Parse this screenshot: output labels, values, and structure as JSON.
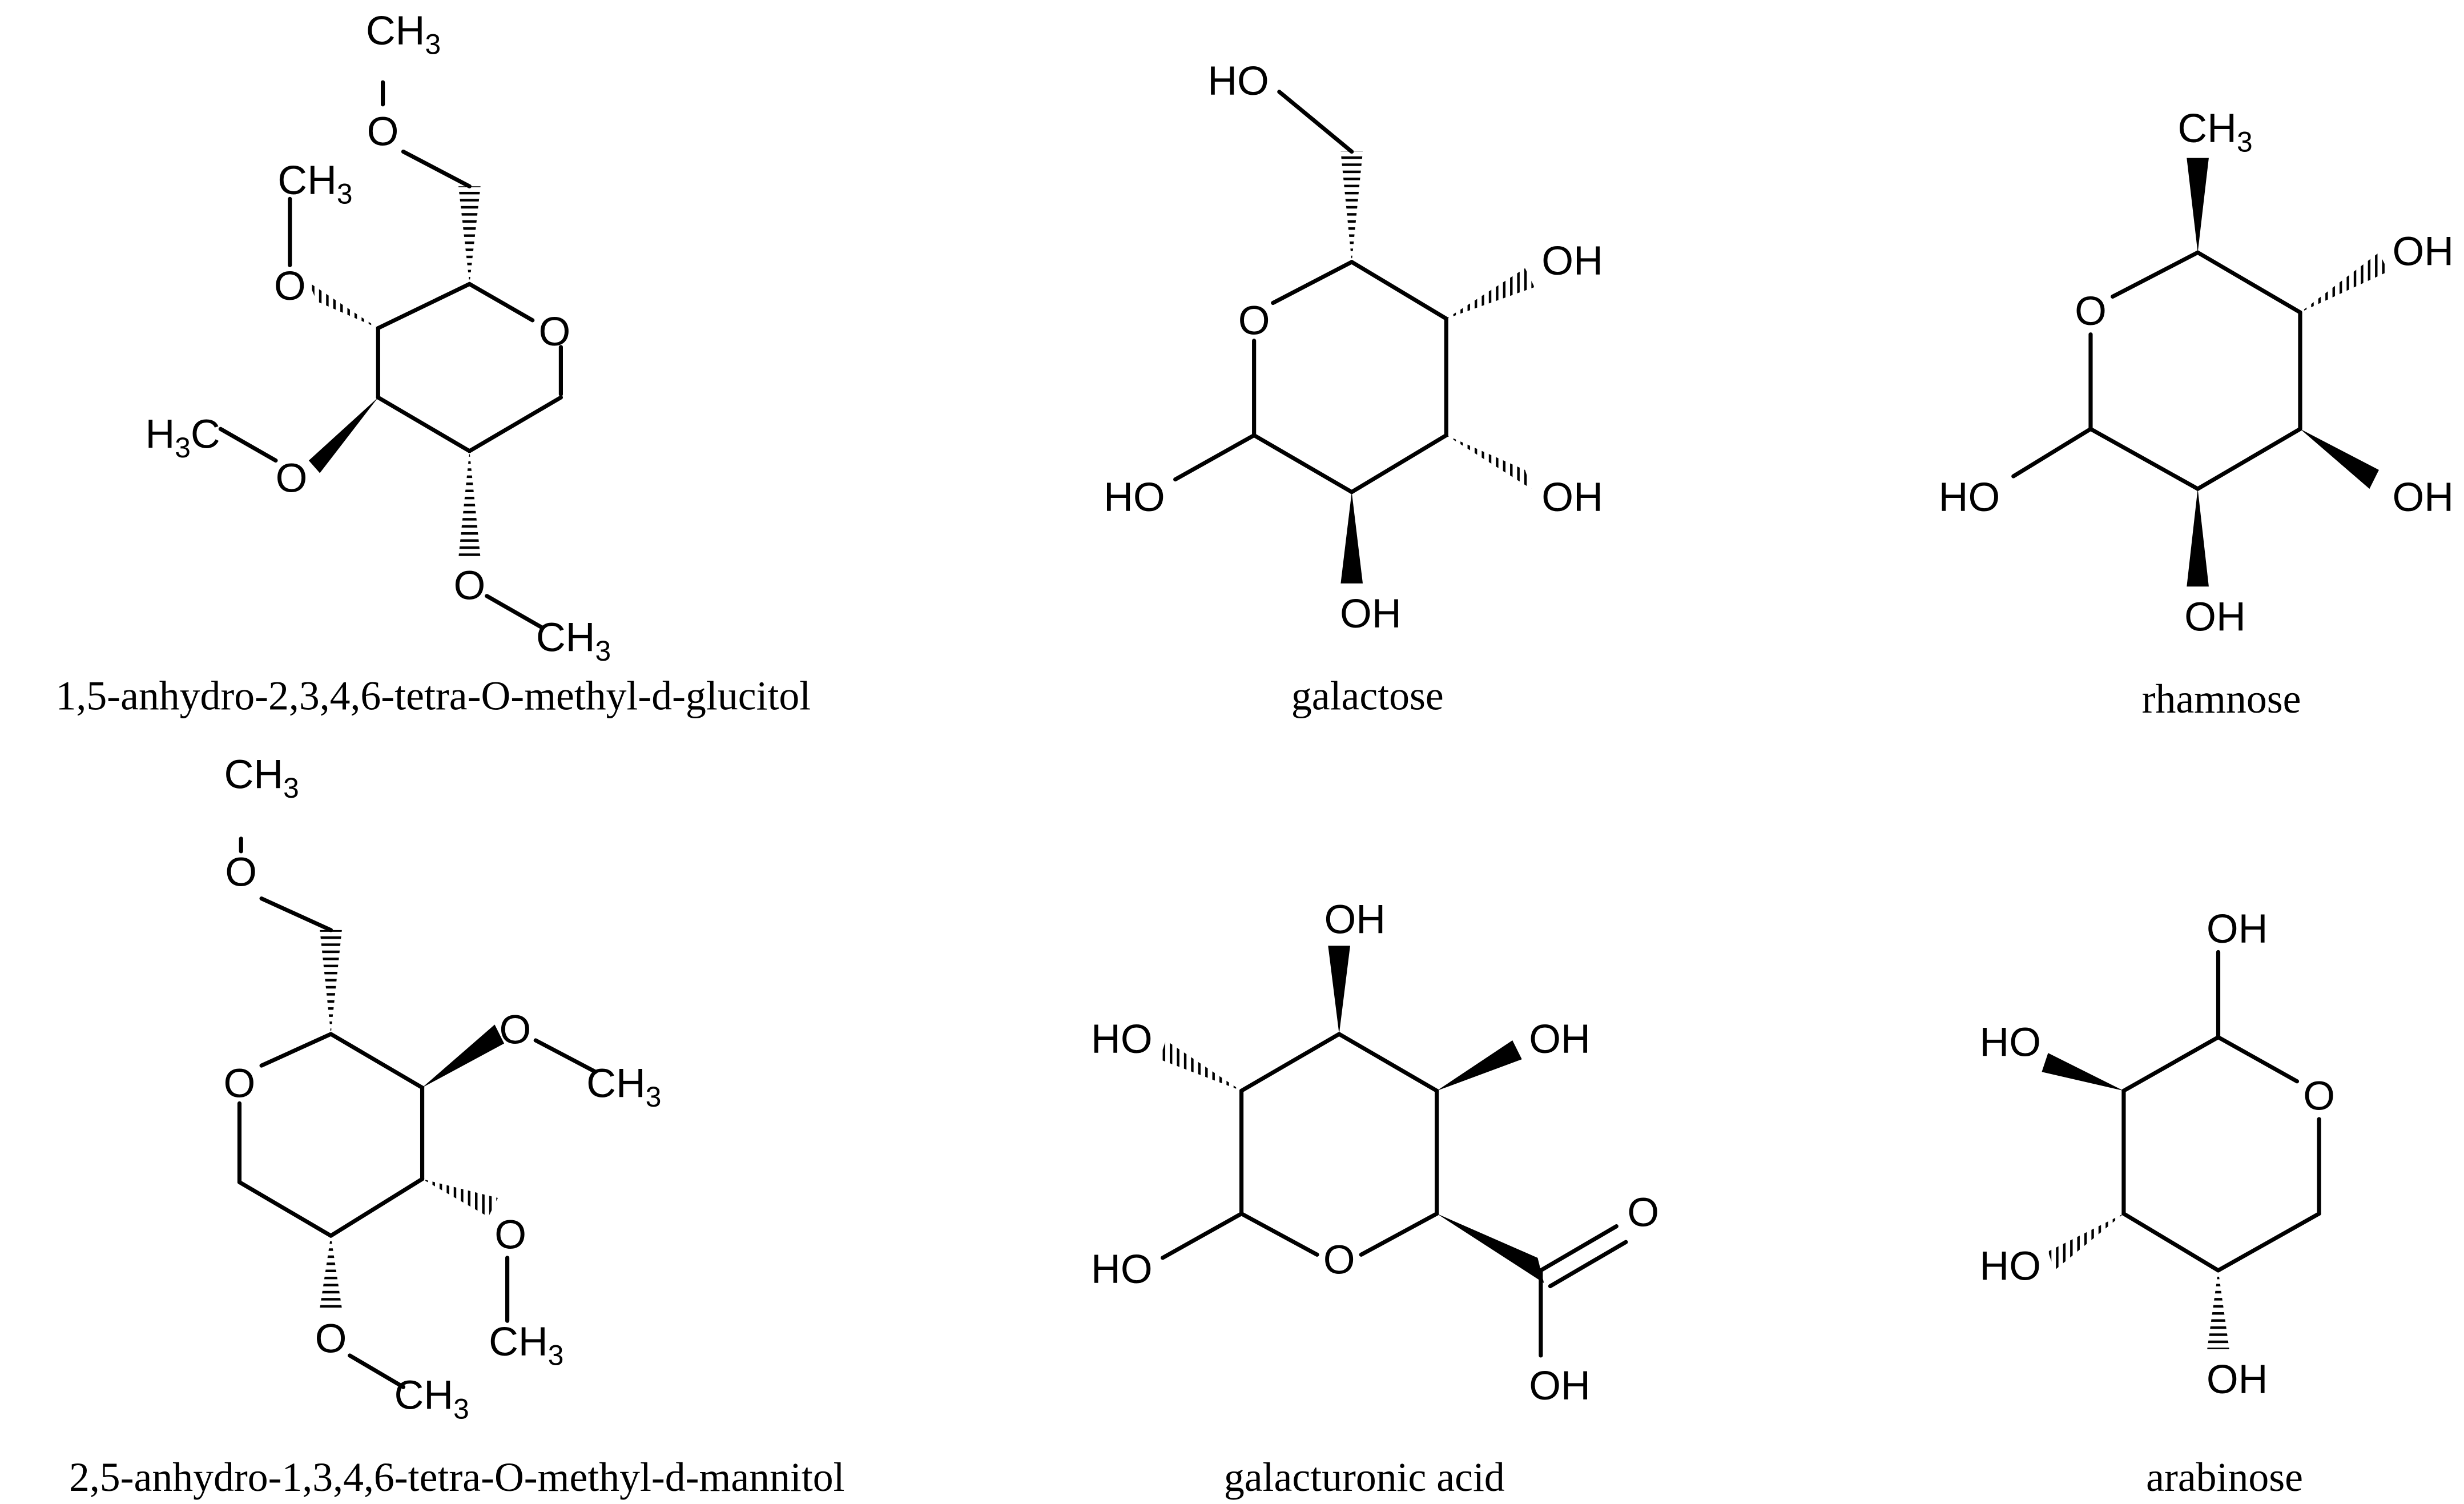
{
  "compounds": [
    {
      "name": "1,5-anhydro-2,3,4,6-tetra-O-methyl-d-glucitol",
      "labels": {
        "ch3_top": [
          "CH",
          "3"
        ],
        "o6": "O",
        "ch3_c4": [
          "CH",
          "3"
        ],
        "o4": "O",
        "o_ring": "O",
        "ch3_c3": [
          "H",
          "3",
          "C"
        ],
        "o3": "O",
        "o2": "O",
        "ch3_c2": [
          "CH",
          "3"
        ]
      }
    },
    {
      "name": "galactose",
      "labels": {
        "ho_top": "HO",
        "oh_c4": "OH",
        "o_ring": "O",
        "ho_c1": "HO",
        "oh_c3": "OH",
        "oh_c2": "OH"
      }
    },
    {
      "name": "rhamnose",
      "labels": {
        "ch3": [
          "CH",
          "3"
        ],
        "oh_c4": "OH",
        "o_ring": "O",
        "ho_c1": "HO",
        "oh_c3": "OH",
        "oh_c2": "OH"
      }
    },
    {
      "name": "2,5-anhydro-1,3,4,6-tetra-O-methyl-d-mannitol",
      "labels": {
        "ch3_top": [
          "CH",
          "3"
        ],
        "o_top": "O",
        "o_ring": "O",
        "o_b": "O",
        "ch3_b": [
          "CH",
          "3"
        ],
        "o_c": "O",
        "ch3_c": [
          "CH",
          "3"
        ],
        "o_d": "O",
        "ch3_d": [
          "CH",
          "3"
        ]
      }
    },
    {
      "name": "galacturonic acid",
      "labels": {
        "oh_top": "OH",
        "ho_left": "HO",
        "oh_right": "OH",
        "ho_c1": "HO",
        "o_ring": "O",
        "o_carbonyl": "O",
        "oh_acid": "OH"
      }
    },
    {
      "name": "arabinose",
      "labels": {
        "oh_top": "OH",
        "ho_upper": "HO",
        "o_ring": "O",
        "ho_lower": "HO",
        "oh_bottom": "OH"
      }
    }
  ]
}
